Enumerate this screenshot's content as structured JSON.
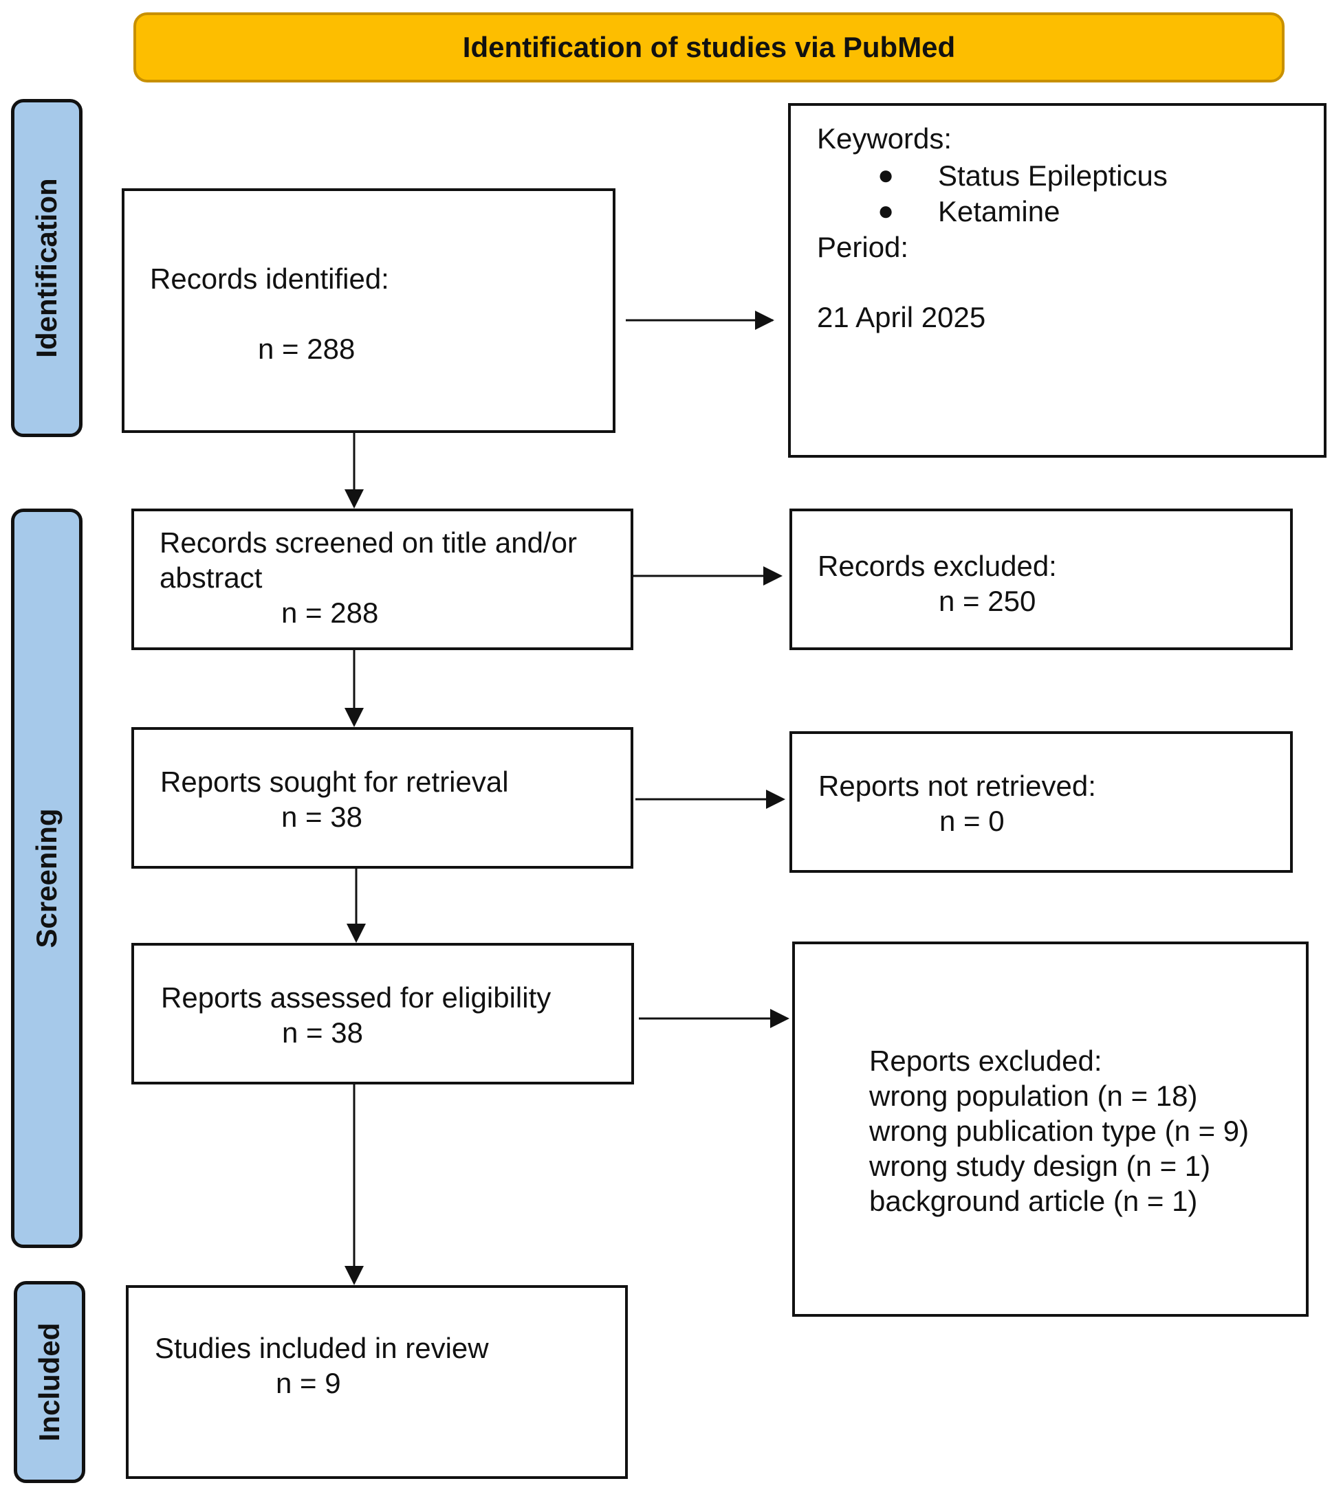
{
  "header": {
    "title": "Identification of studies via PubMed"
  },
  "phases": {
    "identification": "Identification",
    "screening": "Screening",
    "included": "Included"
  },
  "records_identified": {
    "label": "Records identified:",
    "count": "n = 288"
  },
  "search_info": {
    "keywords_label": "Keywords:",
    "keywords": [
      "Status Epilepticus",
      "Ketamine"
    ],
    "period_label": "Period:",
    "period_value": "21 April 2025"
  },
  "records_screened": {
    "label_line1": "Records screened on title and/or",
    "label_line2": "abstract",
    "count": "n = 288"
  },
  "records_excluded": {
    "label": "Records excluded:",
    "count": "n = 250"
  },
  "reports_sought": {
    "label": "Reports sought for retrieval",
    "count": "n = 38"
  },
  "reports_not_retrieved": {
    "label": "Reports not retrieved:",
    "count": "n = 0"
  },
  "reports_assessed": {
    "label": "Reports assessed for eligibility",
    "count": "n = 38"
  },
  "reports_excluded": {
    "label": "Reports excluded:",
    "reasons": [
      "wrong population (n =  18)",
      "wrong publication type (n =  9)",
      "wrong study design (n =  1)",
      "background article (n =  1)"
    ]
  },
  "studies_included": {
    "label": "Studies included in review",
    "count": "n = 9"
  },
  "colors": {
    "header_fill": "#FDBE00",
    "phase_fill": "#A6C9EA",
    "stroke": "#111111"
  }
}
